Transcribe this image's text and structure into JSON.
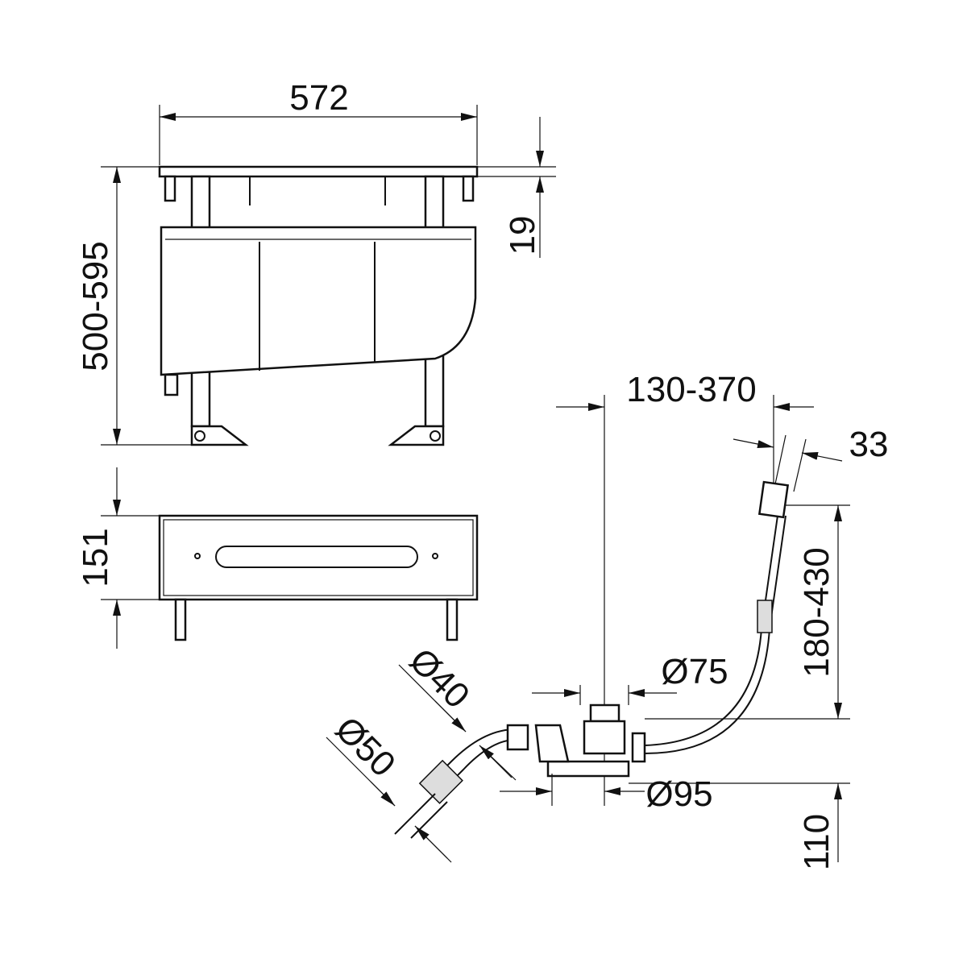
{
  "dimensions": {
    "width": "572",
    "plate_thickness": "19",
    "height_range": "500-595",
    "depth": "151",
    "horizontal_range": "130-370",
    "angle_offset": "33",
    "vertical_range": "180-430",
    "dia_75": "Ø75",
    "dia_40": "Ø40",
    "dia_50": "Ø50",
    "dia_95": "Ø95",
    "trap_height": "110"
  }
}
